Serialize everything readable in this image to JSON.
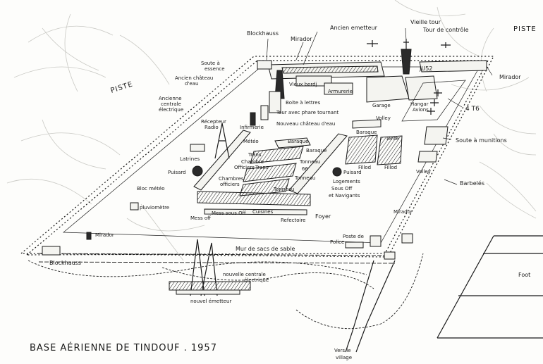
{
  "caption": "BASE AÉRIENNE DE TINDOUF . 1957",
  "labels": {
    "piste_left": "PISTE",
    "piste_right": "PISTE",
    "blockhauss_top": "Blockhauss",
    "mirador_top": "Mirador",
    "ancien_emetteur": "Ancien emetteur",
    "vieille_tour": "Vieille tour",
    "tour_controle": "Tour de contrôle",
    "soute_essence_1": "Soute à",
    "soute_essence_2": "essence",
    "ancien_chateau_1": "Ancien château",
    "ancien_chateau_2": "d'eau",
    "ancienne_centrale_1": "Ancienne",
    "ancienne_centrale_2": "centrale",
    "ancienne_centrale_3": "électrique",
    "vieux_bordj": "Vieux bordj",
    "armurerie": "Armurerie",
    "garage": "Garage",
    "ju52": "JU52",
    "mirador_right": "Mirador",
    "hangar_1": "Hangar",
    "hangar_2": "Avions",
    "t6": "4 T6",
    "boite_lettres_1": "Boite à lettres",
    "boite_lettres_2": "Tour avec phare tournant",
    "recepteur_1": "Récepteur",
    "recepteur_2": "Radio",
    "infirmerie": "Infirmerie",
    "nouveau_chateau": "Nouveau château d'eau",
    "volley_top": "Volley",
    "baraque_right": "Baraque",
    "tente": "Tente",
    "soute_munitions": "Soute à munitions",
    "meteo": "Météo",
    "baraque_1": "Baraque",
    "baraque_2": "Baraque",
    "trans_1": "Trans",
    "trans_2": "Trans",
    "chambre_1": "Chambre",
    "chambre_2": "Officiers",
    "latrines": "Latrines",
    "puisard_left": "Puisard",
    "tonneau_1": "Tonneau",
    "tonneau_66": "66",
    "tonneau_2": "Tonneau",
    "tonneau_3": "Tonneau",
    "puisard_right": "Puisard",
    "fillod_1": "Fillod",
    "fillod_2": "Fillod",
    "volley_right": "Volley",
    "chambres_1": "Chambres",
    "chambres_2": "officiers",
    "logements_1": "Logements",
    "logements_2": "Sous Off",
    "logements_3": "et Navigants",
    "barbeles": "Barbelés",
    "bloc_meteo": "Bloc météo",
    "pluviometre": "pluviomètre",
    "mess_sous_off": "Mess sous Off",
    "mess_off": "Mess off",
    "cuisines": "Cuisines",
    "refectoire": "Refectoire",
    "foyer": "Foyer",
    "mirador_lower_right": "Mirador",
    "mirador_left": "Mirador",
    "mur_sable": "Mur de sacs de sable",
    "poste_police_1": "Poste de",
    "poste_police_2": "Police",
    "blockhauss_bottom": "Blockhauss",
    "nouvelle_centrale_1": "nouvelle centrale",
    "nouvelle_centrale_2": "électrique",
    "nouvel_emetteur": "nouvel émetteur",
    "foot": "Foot",
    "vers_village_1": "Vers le",
    "vers_village_2": "village"
  }
}
